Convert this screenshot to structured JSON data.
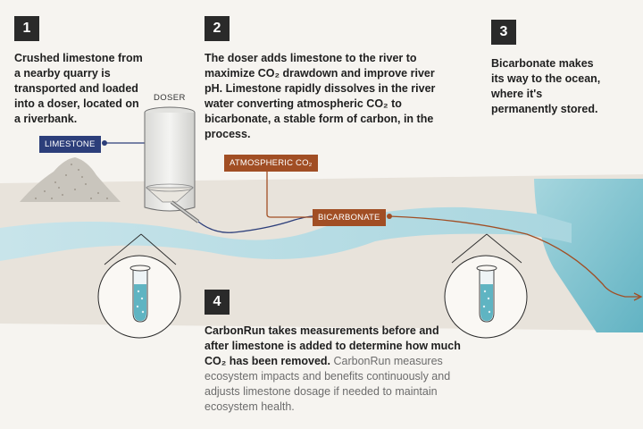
{
  "steps": [
    {
      "number": "1",
      "text": "Crushed limestone from a nearby quarry is transported and loaded into a doser, located on a riverbank."
    },
    {
      "number": "2",
      "text": "The doser adds limestone to the river to maximize CO₂ drawdown and improve river pH. Limestone rapidly dissolves in the river water converting atmospheric CO₂ to bicarbonate, a stable form of carbon, in the process."
    },
    {
      "number": "3",
      "text": "Bicarbonate makes its way to the ocean, where it's permanently stored."
    },
    {
      "number": "4",
      "text_bold": "CarbonRun takes measurements before and after limestone is added to determine how much CO₂ has been removed.",
      "text_muted": " CarbonRun measures ecosystem impacts and benefits continuously and adjusts limestone dosage if needed to maintain ecosystem health."
    }
  ],
  "labels": {
    "doser": "DOSER",
    "limestone": "LIMESTONE",
    "atmospheric_co2": "ATMOSPHERIC CO₂",
    "bicarbonate": "BICARBONATE"
  },
  "colors": {
    "river": "#b4dbe2",
    "ocean": "#8ccad4",
    "bank": "#e7e2da",
    "navy_tag": "#2c3e7a",
    "rust_tag": "#a14e24",
    "badge": "#2a2a2a"
  }
}
